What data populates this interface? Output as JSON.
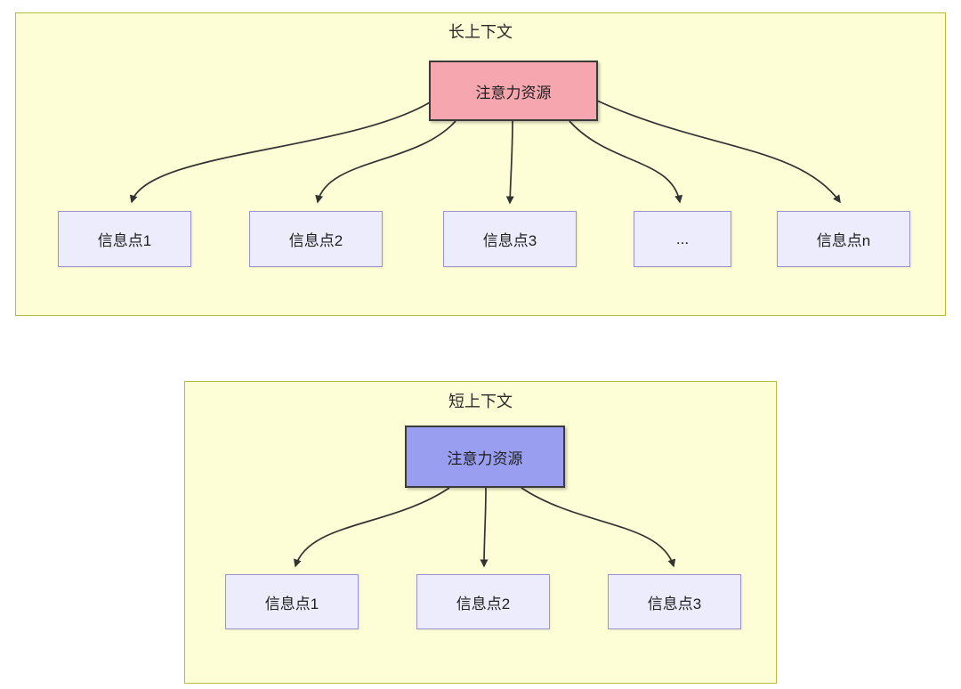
{
  "diagram": {
    "long_context": {
      "title": "长上下文",
      "source_label": "注意力资源",
      "nodes": [
        {
          "label": "信息点1"
        },
        {
          "label": "信息点2"
        },
        {
          "label": "信息点3"
        },
        {
          "label": "..."
        },
        {
          "label": "信息点n"
        }
      ]
    },
    "short_context": {
      "title": "短上下文",
      "source_label": "注意力资源",
      "nodes": [
        {
          "label": "信息点1"
        },
        {
          "label": "信息点2"
        },
        {
          "label": "信息点3"
        }
      ]
    },
    "colors": {
      "container_fill": "#fdfdd6",
      "container_border": "#b9bb3a",
      "long_source_fill": "#f5a6ae",
      "short_source_fill": "#9a9ef0",
      "node_fill": "#ececfc",
      "node_border": "#9b93d1",
      "source_border": "#3b3b3b",
      "arrow_color": "#333333"
    }
  }
}
